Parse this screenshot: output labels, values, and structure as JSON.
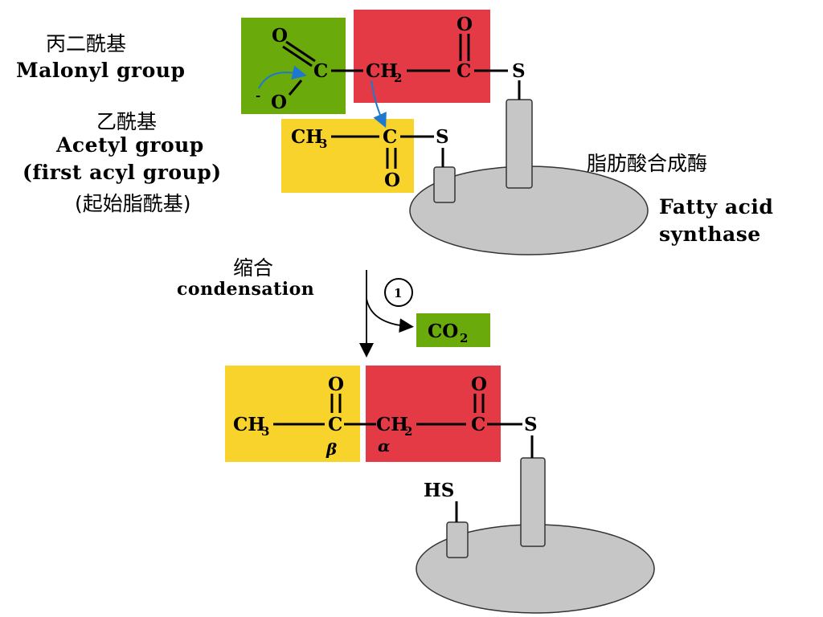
{
  "colors": {
    "malonyl_green": "#6aaa0a",
    "malonyl_red": "#e33a45",
    "acetyl_yellow": "#f7d32b",
    "enzyme_gray": "#c6c6c6",
    "arrow_blue": "#1e78d0"
  },
  "labels": {
    "malonyl_zh": "丙二酰基",
    "malonyl_en": "Malonyl group",
    "acetyl_zh": "乙酰基",
    "acetyl_en": "Acetyl group",
    "acetyl_note_en": "(first acyl group)",
    "acetyl_note_zh": "(起始脂酰基)",
    "synthase_zh": "脂肪酸合成酶",
    "synthase_en_1": "Fatty acid",
    "synthase_en_2": "synthase",
    "condensation_zh": "缩合",
    "condensation_en": "condensation",
    "step_number": "1"
  },
  "chem": {
    "oxygen": "O",
    "neg_oxygen": "O",
    "neg_sign": "-",
    "carbon": "C",
    "ch": "CH",
    "sub_2": "2",
    "sub_3": "3",
    "sulfur": "S",
    "co": "CO",
    "hs": "HS",
    "beta": "β",
    "alpha": "α"
  }
}
